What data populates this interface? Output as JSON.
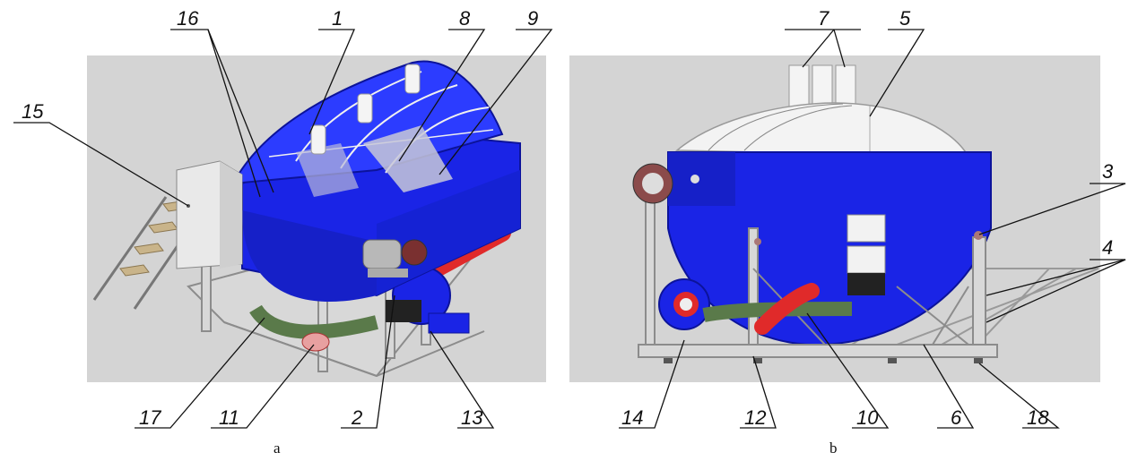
{
  "panels": [
    {
      "id": "a",
      "caption": "a"
    },
    {
      "id": "b",
      "caption": "b"
    }
  ],
  "callouts_a": [
    "15",
    "16",
    "1",
    "8",
    "9",
    "17",
    "11",
    "2",
    "13"
  ],
  "callouts_b": [
    "7",
    "5",
    "3",
    "4",
    "14",
    "12",
    "10",
    "6",
    "18"
  ],
  "colors": {
    "background": "#d4d4d4",
    "tank_blue": "#1a24e6",
    "tank_dark": "#0c139a",
    "frame": "#d6d6d6",
    "pipe_red": "#e02a2a",
    "hose_green": "#5a7a4a",
    "steps": "#c9b48a",
    "cabinet": "#e9e9e9"
  }
}
